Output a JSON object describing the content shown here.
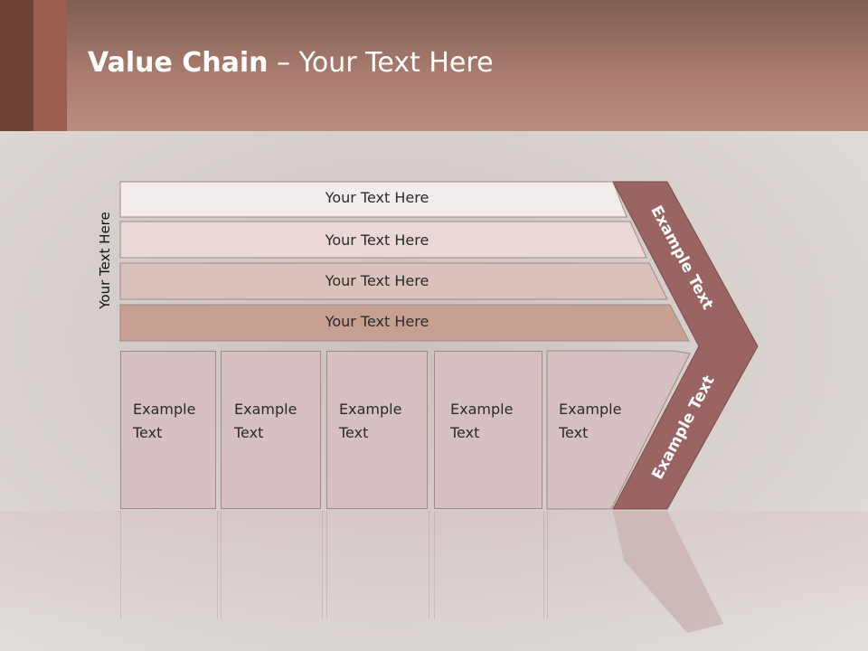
{
  "slide": {
    "title_bold": "Value Chain",
    "title_rest": " – Your Text Here",
    "side_label": "Your Text Here",
    "bars": [
      {
        "label": "Your Text Here"
      },
      {
        "label": "Your Text Here"
      },
      {
        "label": "Your Text Here"
      },
      {
        "label": "Your Text Here"
      }
    ],
    "boxes": [
      {
        "line1": "Example",
        "line2": "Text"
      },
      {
        "line1": "Example",
        "line2": "Text"
      },
      {
        "line1": "Example",
        "line2": "Text"
      },
      {
        "line1": "Example",
        "line2": "Text"
      },
      {
        "line1": "Example",
        "line2": "Text"
      }
    ],
    "arrow_upper": "Example Text",
    "arrow_lower": "Example Text"
  },
  "colors": {
    "header": "#a87b6e",
    "arrow": "#9a6462",
    "bar1": "#f3ecec",
    "bar2": "#ead9d7",
    "bar3": "#dcc2bd",
    "bar4": "#c7a092",
    "box": "#d6c0c1"
  }
}
